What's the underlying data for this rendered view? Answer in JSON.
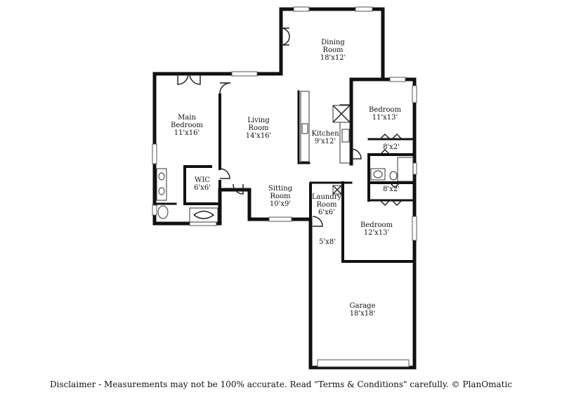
{
  "rooms": {
    "dining": {
      "name_line1": "Dining",
      "name_line2": "Room",
      "size": "18'x12'"
    },
    "main_bedroom": {
      "name_line1": "Main",
      "name_line2": "Bedroom",
      "size": "11'x16'"
    },
    "living": {
      "name_line1": "Living",
      "name_line2": "Room",
      "size": "14'x16'"
    },
    "kitchen": {
      "name": "Kitchen",
      "size": "9'x12'"
    },
    "bedroom_upper": {
      "name": "Bedroom",
      "size": "11'x13'"
    },
    "closet_upper": {
      "size": "8'x2'"
    },
    "wic": {
      "name": "WIC",
      "size": "6'x6'"
    },
    "sitting": {
      "name_line1": "Sitting",
      "name_line2": "Room",
      "size": "10'x9'"
    },
    "laundry": {
      "name_line1": "Laundry",
      "name_line2": "Room",
      "size": "6'x6'"
    },
    "closet_lower": {
      "size": "8'x2'"
    },
    "bedroom_lower": {
      "name": "Bedroom",
      "size": "12'x13'"
    },
    "hall": {
      "size": "5'x8'"
    },
    "garage": {
      "name": "Garage",
      "size": "18'x18'"
    }
  },
  "footer": {
    "disclaimer": "Disclaimer - Measurements may not be 100% accurate. Read \"Terms & Conditions\" carefully. © PlanOmatic"
  }
}
